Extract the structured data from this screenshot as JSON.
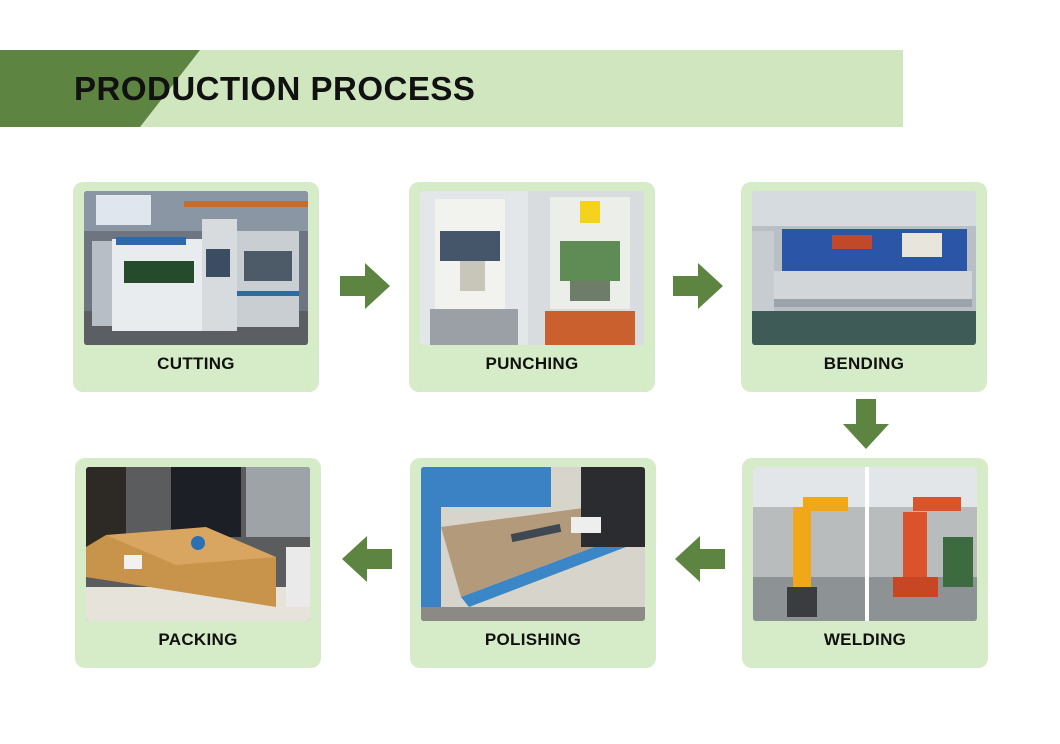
{
  "header": {
    "title": "PRODUCTION PROCESS"
  },
  "steps": [
    {
      "label": "CUTTING",
      "icon": "laser-cutting-machine-photo"
    },
    {
      "label": "PUNCHING",
      "icon": "punch-press-photo"
    },
    {
      "label": "BENDING",
      "icon": "press-brake-photo"
    },
    {
      "label": "WELDING",
      "icon": "welding-robot-photo"
    },
    {
      "label": "POLISHING",
      "icon": "polishing-table-photo"
    },
    {
      "label": "PACKING",
      "icon": "packing-box-photo"
    }
  ],
  "colors": {
    "banner_dark": "#5d8441",
    "banner_light": "#cfe6bf",
    "card_bg": "#d6ebc7",
    "arrow": "#5d8441"
  }
}
